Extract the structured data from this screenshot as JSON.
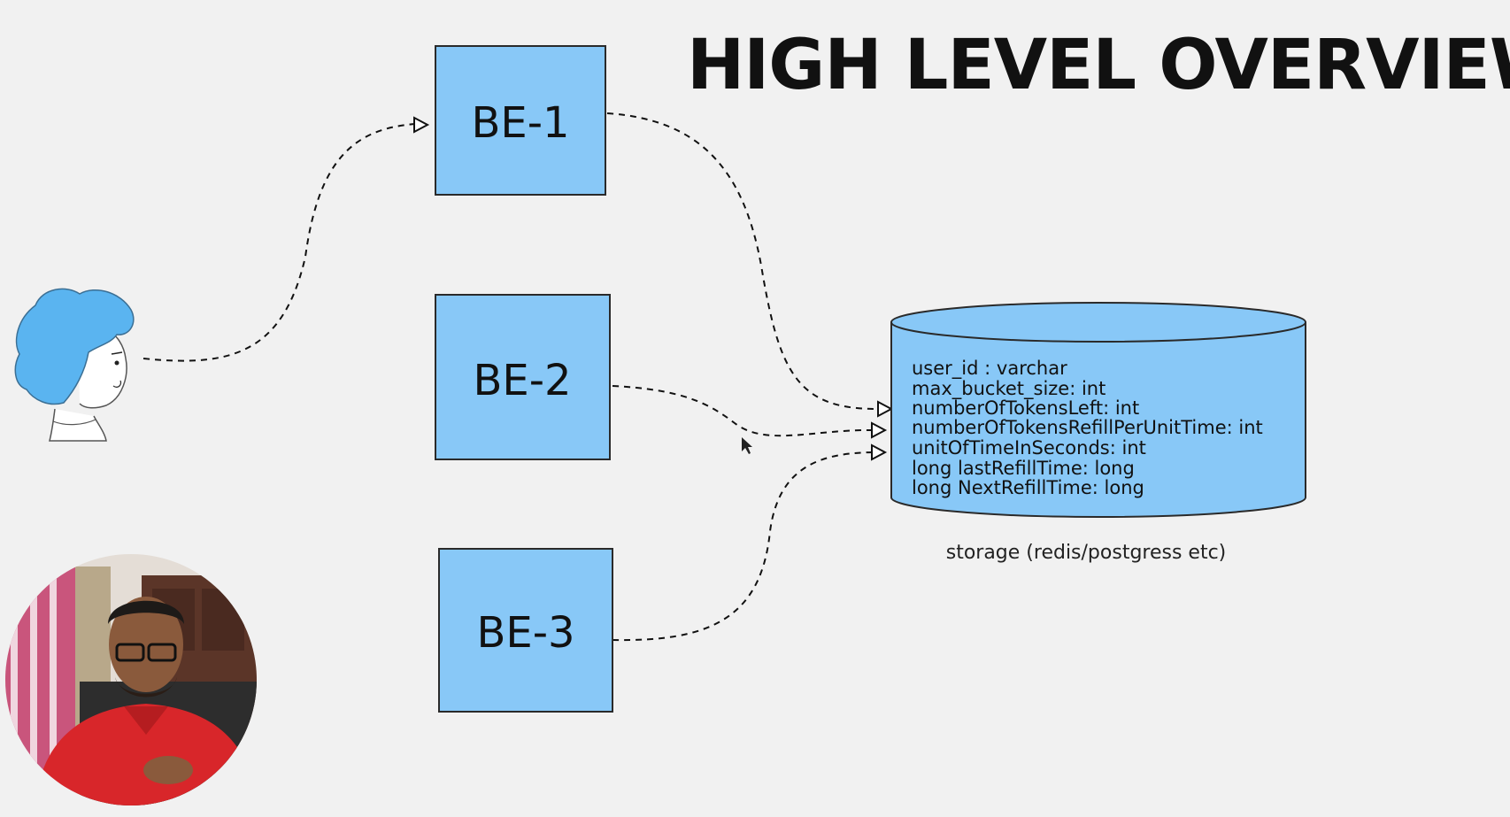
{
  "title": "HIGH LEVEL OVERVIEW",
  "backends": [
    {
      "label": "BE-1"
    },
    {
      "label": "BE-2"
    },
    {
      "label": "BE-3"
    }
  ],
  "storage": {
    "fields": [
      "user_id :  varchar",
      "max_bucket_size: int",
      "numberOfTokensLeft: int",
      "numberOfTokensRefillPerUnitTime: int",
      "unitOfTimeInSeconds: int",
      "long lastRefillTime: long",
      "long NextRefillTime: long"
    ],
    "caption": "storage (redis/postgress etc)"
  },
  "colors": {
    "box_fill": "#88c8f7",
    "user_hair": "#5ab4f0",
    "background": "#f1f1f1",
    "presenter_shirt": "#d8262a"
  },
  "icons": [
    "user-avatar-icon",
    "mouse-cursor-icon",
    "presenter-webcam-image"
  ]
}
